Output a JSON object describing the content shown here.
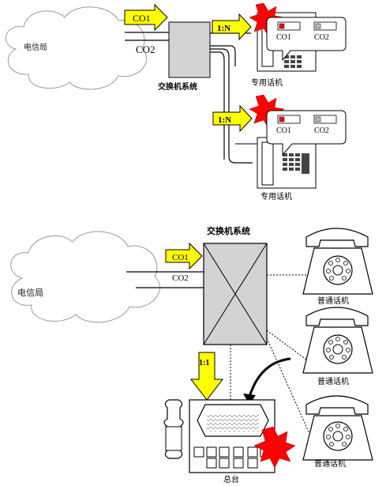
{
  "top": {
    "telecom_label": "电信局",
    "trunk1": "CO1",
    "trunk2": "CO2",
    "switch_label": "交换机系统",
    "ratio1": "1:N",
    "ratio2": "1:N",
    "phone1_key1": "CO1",
    "phone1_key2": "CO2",
    "phone1_label": "专用话机",
    "phone2_key1": "CO1",
    "phone2_key2": "CO2",
    "phone2_label": "专用话机"
  },
  "bottom": {
    "switch_label": "交换机系统",
    "telecom_label": "电信局",
    "trunk1": "CO1",
    "trunk2": "CO2",
    "ratio": "1:1",
    "phone1_label": "普通话机",
    "phone2_label": "普通话机",
    "phone3_label": "普通话机",
    "console_label": "总台"
  },
  "colors": {
    "arrow_fill": "#ffff00",
    "burst_fill": "#ff0000",
    "switch_fill": "#d3d3d3",
    "led_red": "#ff0000"
  }
}
